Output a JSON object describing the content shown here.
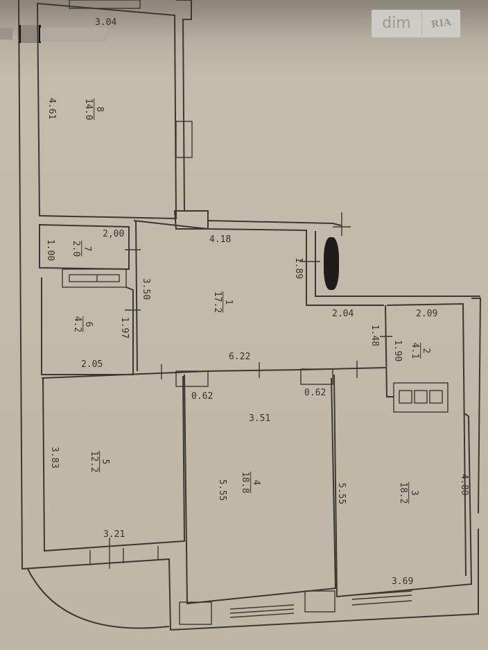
{
  "watermark": {
    "left": "dim",
    "right": "RIA"
  },
  "rooms": [
    {
      "id": "1",
      "area": "17.2",
      "dims": [
        "4.18",
        "3.50",
        "6.22",
        "2.04",
        "1.89"
      ]
    },
    {
      "id": "2",
      "area": "4.1",
      "dims": [
        "2.09",
        "1.90",
        "1.48"
      ]
    },
    {
      "id": "3",
      "area": "18.2",
      "dims": [
        "5.55",
        "4.80",
        "3.69"
      ]
    },
    {
      "id": "4",
      "area": "18.8",
      "dims": [
        "3.51",
        "5.55",
        "0.62",
        "0.62"
      ]
    },
    {
      "id": "5",
      "area": "12.2",
      "dims": [
        "3.83",
        "3.21"
      ]
    },
    {
      "id": "6",
      "area": "4.2",
      "dims": [
        "2.05",
        "1.97"
      ]
    },
    {
      "id": "7",
      "area": "2.0",
      "dims": [
        "2,00",
        "1.00"
      ]
    },
    {
      "id": "8",
      "area": "14.0",
      "dims": [
        "3.04",
        "4.61"
      ]
    }
  ],
  "labels": {
    "r8_w": "3.04",
    "r8_h": "4.61",
    "r7_w": "2,00",
    "r7_h": "1.00",
    "r6_w": "2.05",
    "r6_h": "1.97",
    "r1_top": "4.18",
    "r1_left": "3.50",
    "r1_bottom": "6.22",
    "r1_step": "2.04",
    "r1_niche": "1.89",
    "r2_w": "2.09",
    "r2_h": "1.90",
    "r2_door": "1.48",
    "r4_w": "3.51",
    "r4_h": "5.55",
    "r4_door1": "0.62",
    "r4_door2": "0.62",
    "r3_h_left": "5.55",
    "r3_h_right": "4.80",
    "r3_w": "3.69",
    "r5_h": "3.83",
    "r5_w": "3.21"
  }
}
